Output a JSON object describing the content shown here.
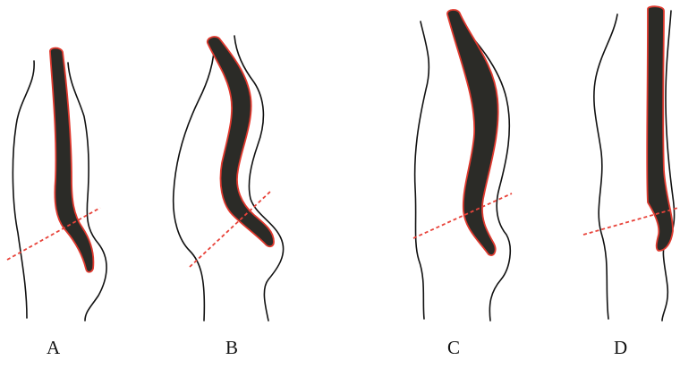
{
  "colors": {
    "outline": "#111111",
    "organ_fill": "#2b2b27",
    "organ_edge": "#e03a2f",
    "dash": "#e8433a"
  },
  "panels": [
    {
      "label": "A"
    },
    {
      "label": "B"
    },
    {
      "label": "C"
    },
    {
      "label": "D"
    }
  ]
}
